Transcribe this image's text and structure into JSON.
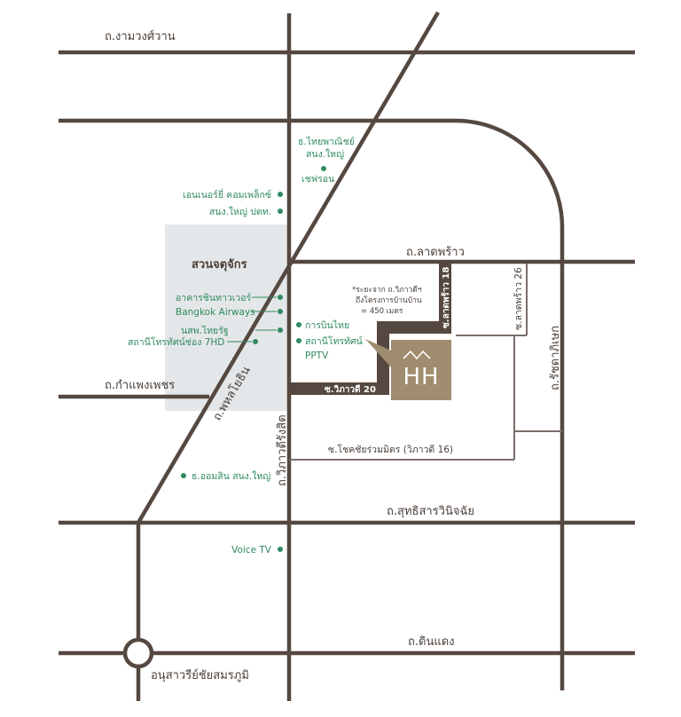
{
  "colors": {
    "road": "#554840",
    "soi_road": "#7a6e68",
    "park": "#e4e7e9",
    "poi": "#2f8a5f",
    "logo_bg": "#a08c6e",
    "text": "#4a3f38"
  },
  "roads": {
    "ngamwongwan": "ถ.งามวงศ์วาน",
    "ladprao": "ถ.ลาดพร้าว",
    "kamphaengphet": "ถ.กำแพงเพชร",
    "phahonyothin": "ถ.พหลโยธิน",
    "viphavadi": "ถ.วิภาวดีรังสิต",
    "ratchadaphisek": "ถ.รัชดาภิเษก",
    "sutthisan": "ถ.สุทธิสารวินิจฉัย",
    "dindaeng": "ถ.ดินแดง",
    "soi_ladprao18": "ซ.ลาดพร้าว 18",
    "soi_ladprao26": "ซ.ลาดพร้าว 26",
    "soi_vibhavadi20": "ซ.วิภาวดี 20",
    "soi_chokchai": "ซ.โชคชัยร่วมมิตร (วิภาวดี 16)"
  },
  "landmarks": {
    "park": "สวนจตุจักร",
    "victory_monument": "อนุสาวรีย์ชัยสมรภูมิ"
  },
  "pois": {
    "thai_bank_line1": "ธ.ไทยพาณิชย์",
    "thai_bank_line2": "สนง.ใหญ่",
    "shell": "เชฟรอน",
    "energy_complex": "เอนเนอร์ยี่ คอมเพล็กซ์",
    "ptt": "สนง.ใหญ่ ปตท.",
    "shinawatra": "อาคารชินทาวเวอร์",
    "bangkok_airways": "Bangkok Airways",
    "thairath": "นสพ.ไทยรัฐ",
    "ch7": "สถานีโทรทัศน์ช่อง 7HD",
    "thai_airways": "การบินไทย",
    "pptv_line1": "สถานีโทรทัศน์",
    "pptv_line2": "PPTV",
    "gsb": "ธ.ออมสิน สนง.ใหญ่",
    "voice_tv": "Voice TV"
  },
  "note": {
    "line1": "*ระยะจาก ถ.วิภาวดีฯ",
    "line2": "ถึงโครงการบ้านบ้าน",
    "line3": "= 450 เมตร"
  },
  "logo": {
    "text": "HH"
  }
}
